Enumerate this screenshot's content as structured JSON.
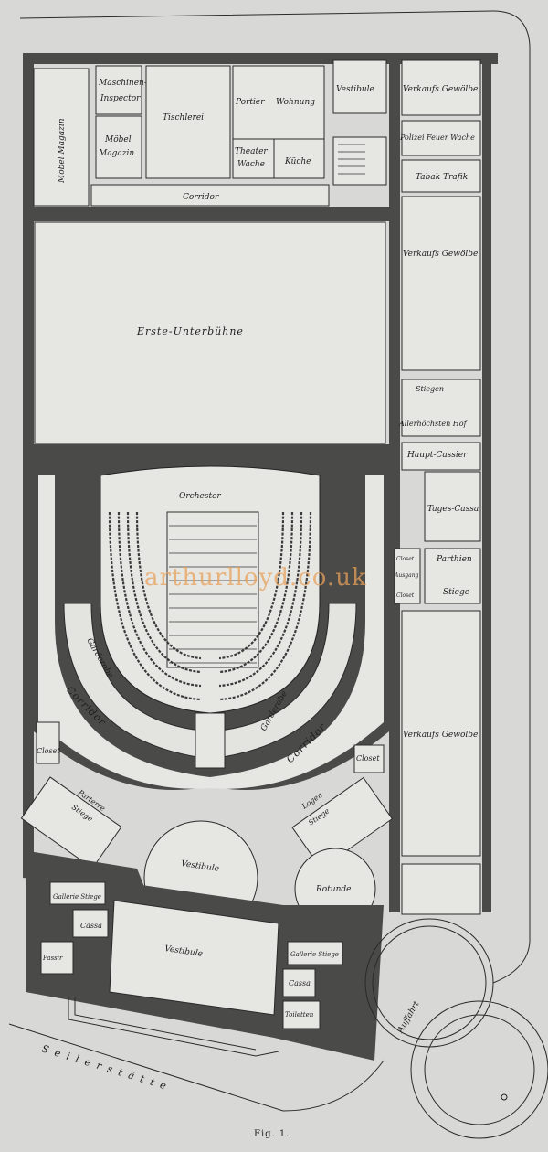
{
  "figure": {
    "caption": "Fig. 1.",
    "watermark": "arthurlloyd.co.uk",
    "street": "Seilerstätte",
    "colors": {
      "background": "#d8d8d6",
      "walls": "#4a4a48",
      "rooms": "#e6e6e3",
      "watermark": "#e8a05a"
    }
  },
  "rooms": {
    "moebel_magazin_large": "Möbel Magazin",
    "maschinen_inspector_1": "Maschinen-",
    "maschinen_inspector_2": "Inspector",
    "moebel_magazin_1": "Möbel",
    "moebel_magazin_2": "Magazin",
    "tischlerei": "Tischlerei",
    "portier": "Portier",
    "wohnung": "Wohnung",
    "theater_wache_1": "Theater",
    "theater_wache_2": "Wache",
    "kueche": "Küche",
    "corridor_top": "Corridor",
    "vestibule_top": "Vestibule",
    "verkaufs_gewoelbe_1": "Verkaufs Gewölbe",
    "polizei_feuer_wache": "Polizei Feuer Wache",
    "tabak_trafik": "Tabak Trafik",
    "verkaufs_gewoelbe_2": "Verkaufs Gewölbe",
    "erste_unterbuehne": "Erste-Unterbühne",
    "stiegen": "Stiegen",
    "allerhoechsten_hof": "Allerhöchsten Hof",
    "haupt_cassier": "Haupt-Cassier",
    "tages_cassa": "Tages-Cassa",
    "closet_a": "Closet",
    "ausgang": "Ausgang",
    "closet_b": "Closet",
    "parthien": "Parthien",
    "stiege_parthien": "Stiege",
    "orchester": "Orchester",
    "garderobe_left": "Garderobe",
    "garderobe_right": "Garderobe",
    "corridor_left": "Corridor",
    "corridor_right": "Corridor",
    "verkaufs_gewoelbe_3": "Verkaufs Gewölbe",
    "closet_left": "Closet",
    "closet_right": "Closet",
    "stiege_left_1": "Parterre",
    "stiege_left_2": "Stiege",
    "stiege_right_1": "Logen",
    "stiege_right_2": "Stiege",
    "vestibule_round": "Vestibule",
    "rotunde": "Rotunde",
    "gallerie_stiege_left": "Gallerie Stiege",
    "cassa_left": "Cassa",
    "passir": "Passir",
    "vestibule_main": "Vestibule",
    "gallerie_stiege_right": "Gallerie Stiege",
    "cassa_right": "Cassa",
    "toiletten": "Toiletten",
    "auffahrt": "Auffahrt"
  }
}
